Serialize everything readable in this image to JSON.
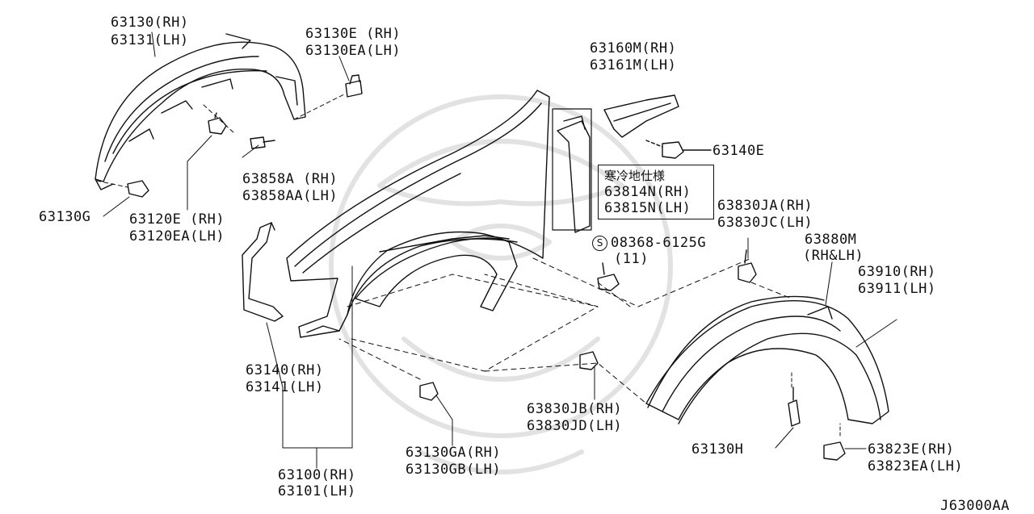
{
  "labels": {
    "p63130": "63130(RH)",
    "p63131": "63131(LH)",
    "p63130E": "63130E (RH)",
    "p63130EA": "63130EA(LH)",
    "p63160M": "63160M(RH)",
    "p63161M": "63161M(LH)",
    "p63140E": "63140E",
    "jp_cold": "寒冷地仕様",
    "p63814N": "63814N(RH)",
    "p63815N": "63815N(LH)",
    "p63858A": "63858A (RH)",
    "p63858AA": "63858AA(LH)",
    "p63130G": "63130G",
    "p63120E": "63120E (RH)",
    "p63120EA": "63120EA(LH)",
    "p08368": "08368-6125G",
    "p08368_qty": "(11)",
    "p63830JA": "63830JA(RH)",
    "p63830JC": "63830JC(LH)",
    "p63880M": "63880M",
    "p63880M_side": "(RH&LH)",
    "p63910": "63910(RH)",
    "p63911": "63911(LH)",
    "p63140": "63140(RH)",
    "p63141": "63141(LH)",
    "p63830JB": "63830JB(RH)",
    "p63830JD": "63830JD(LH)",
    "p63130H": "63130H",
    "p63823E": "63823E(RH)",
    "p63823EA": "63823EA(LH)",
    "p63130GA": "63130GA(RH)",
    "p63130GB": "63130GB(LH)",
    "p63100": "63100(RH)",
    "p63101": "63101(LH)",
    "s_symbol": "S",
    "diagram_code": "J63000AA"
  }
}
